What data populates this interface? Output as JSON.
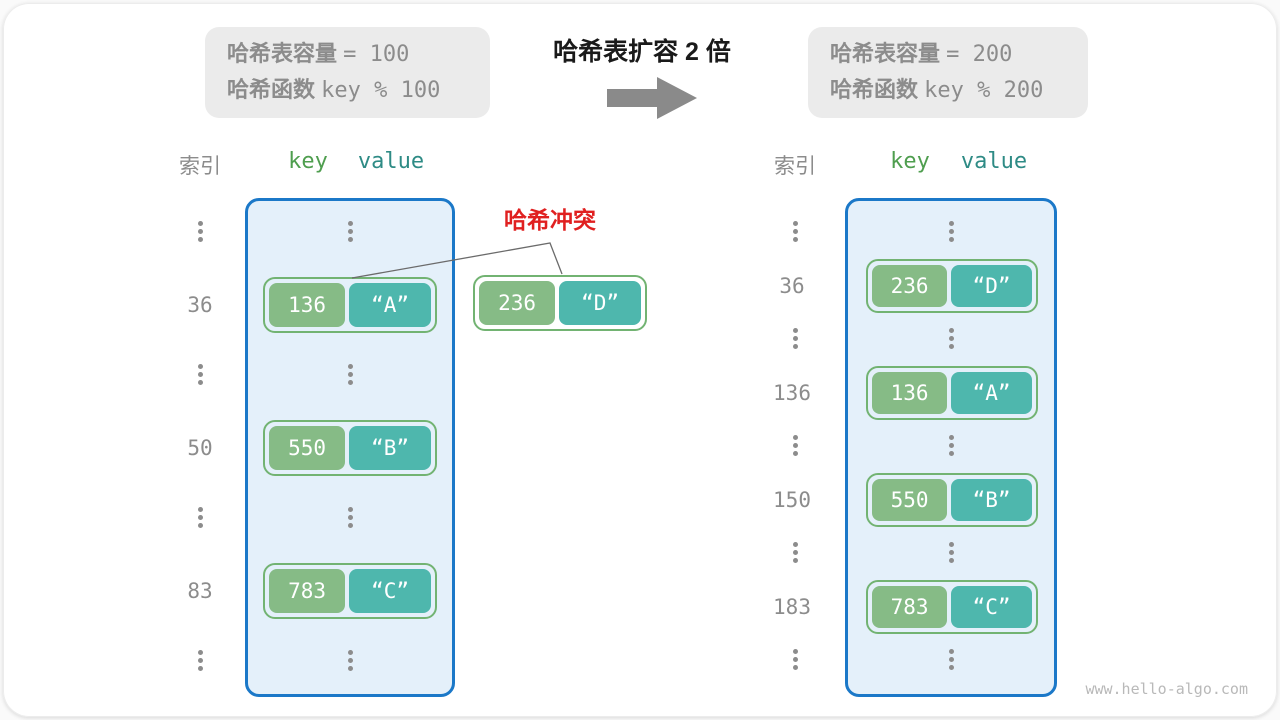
{
  "header": {
    "left_box": {
      "capacity_label": "哈希表容量",
      "capacity_value": "= 100",
      "function_label": "哈希函数",
      "function_value": "key % 100"
    },
    "title": "哈希表扩容 2 倍",
    "right_box": {
      "capacity_label": "哈希表容量",
      "capacity_value": "= 200",
      "function_label": "哈希函数",
      "function_value": "key % 200"
    }
  },
  "collision": {
    "label": "哈希冲突",
    "pair": {
      "key": "236",
      "value": "“D”"
    }
  },
  "left_table": {
    "index_header": "索引",
    "key_header": "key",
    "value_header": "value",
    "entries": [
      {
        "index": "36",
        "key": "136",
        "value": "“A”"
      },
      {
        "index": "50",
        "key": "550",
        "value": "“B”"
      },
      {
        "index": "83",
        "key": "783",
        "value": "“C”"
      }
    ]
  },
  "right_table": {
    "index_header": "索引",
    "key_header": "key",
    "value_header": "value",
    "entries": [
      {
        "index": "36",
        "key": "236",
        "value": "“D”"
      },
      {
        "index": "136",
        "key": "136",
        "value": "“A”"
      },
      {
        "index": "150",
        "key": "550",
        "value": "“B”"
      },
      {
        "index": "183",
        "key": "783",
        "value": "“C”"
      }
    ]
  },
  "watermark": "www.hello-algo.com",
  "colors": {
    "key_header_green": "#4f9e4f",
    "value_header_teal": "#2e8b85",
    "key_box_green": "#86bb86",
    "value_box_teal": "#4eb7ad",
    "pair_border_green": "#72b372",
    "container_border_blue": "#1b78c8",
    "container_fill_blue": "#e4f0fa",
    "collision_red": "#e02020",
    "muted_gray": "#8c8c8c",
    "formula_box_gray": "#ebebeb"
  }
}
